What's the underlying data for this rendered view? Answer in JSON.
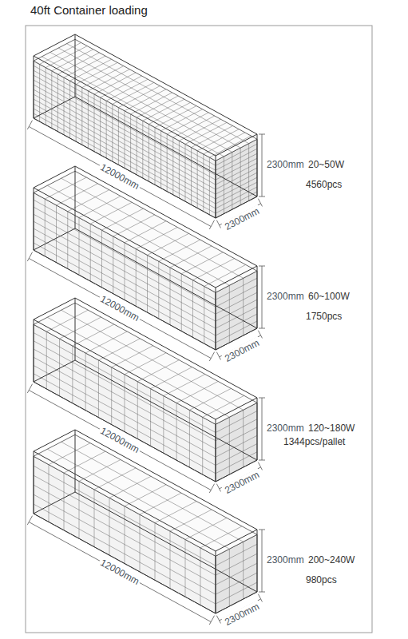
{
  "diagram": {
    "title": "40ft Container loading",
    "labels": [
      "12000mm",
      "2300mm",
      "20~50W",
      "4560pcs",
      "2300mm",
      "12000mm",
      "2300mm",
      "60~100W",
      "1750pcs",
      "2300mm",
      "12000mm",
      "2300mm",
      "120~180W",
      "1344pcs/pallet",
      "2300mm",
      "12000mm",
      "2300mm",
      "200~240W",
      "980pcs",
      "2300mm"
    ]
  }
}
